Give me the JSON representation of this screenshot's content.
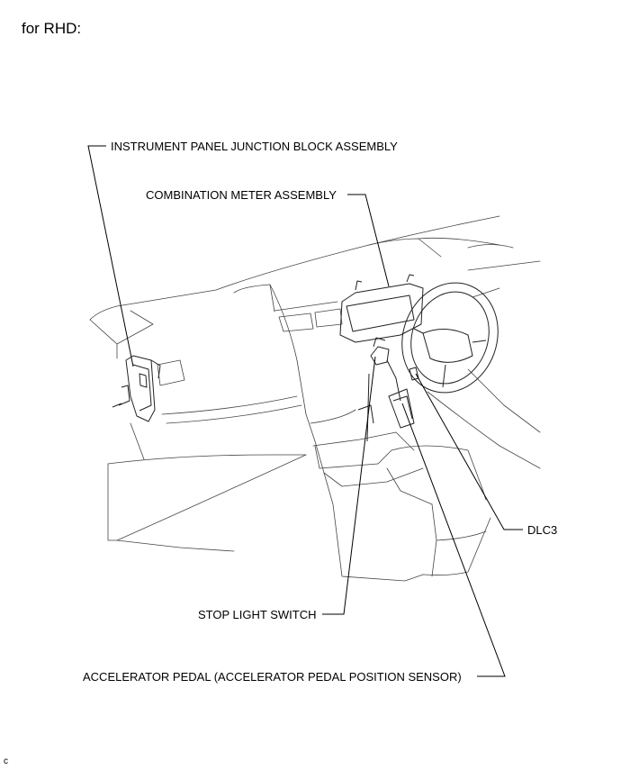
{
  "heading": "for RHD:",
  "labels": {
    "ij_block": "INSTRUMENT PANEL JUNCTION BLOCK ASSEMBLY",
    "meter": "COMBINATION METER ASSEMBLY",
    "dlc3": "DLC3",
    "stop_light": "STOP LIGHT SWITCH",
    "accel_pedal": "ACCELERATOR PEDAL (ACCELERATOR PEDAL POSITION SENSOR)"
  },
  "figure_code": "c"
}
